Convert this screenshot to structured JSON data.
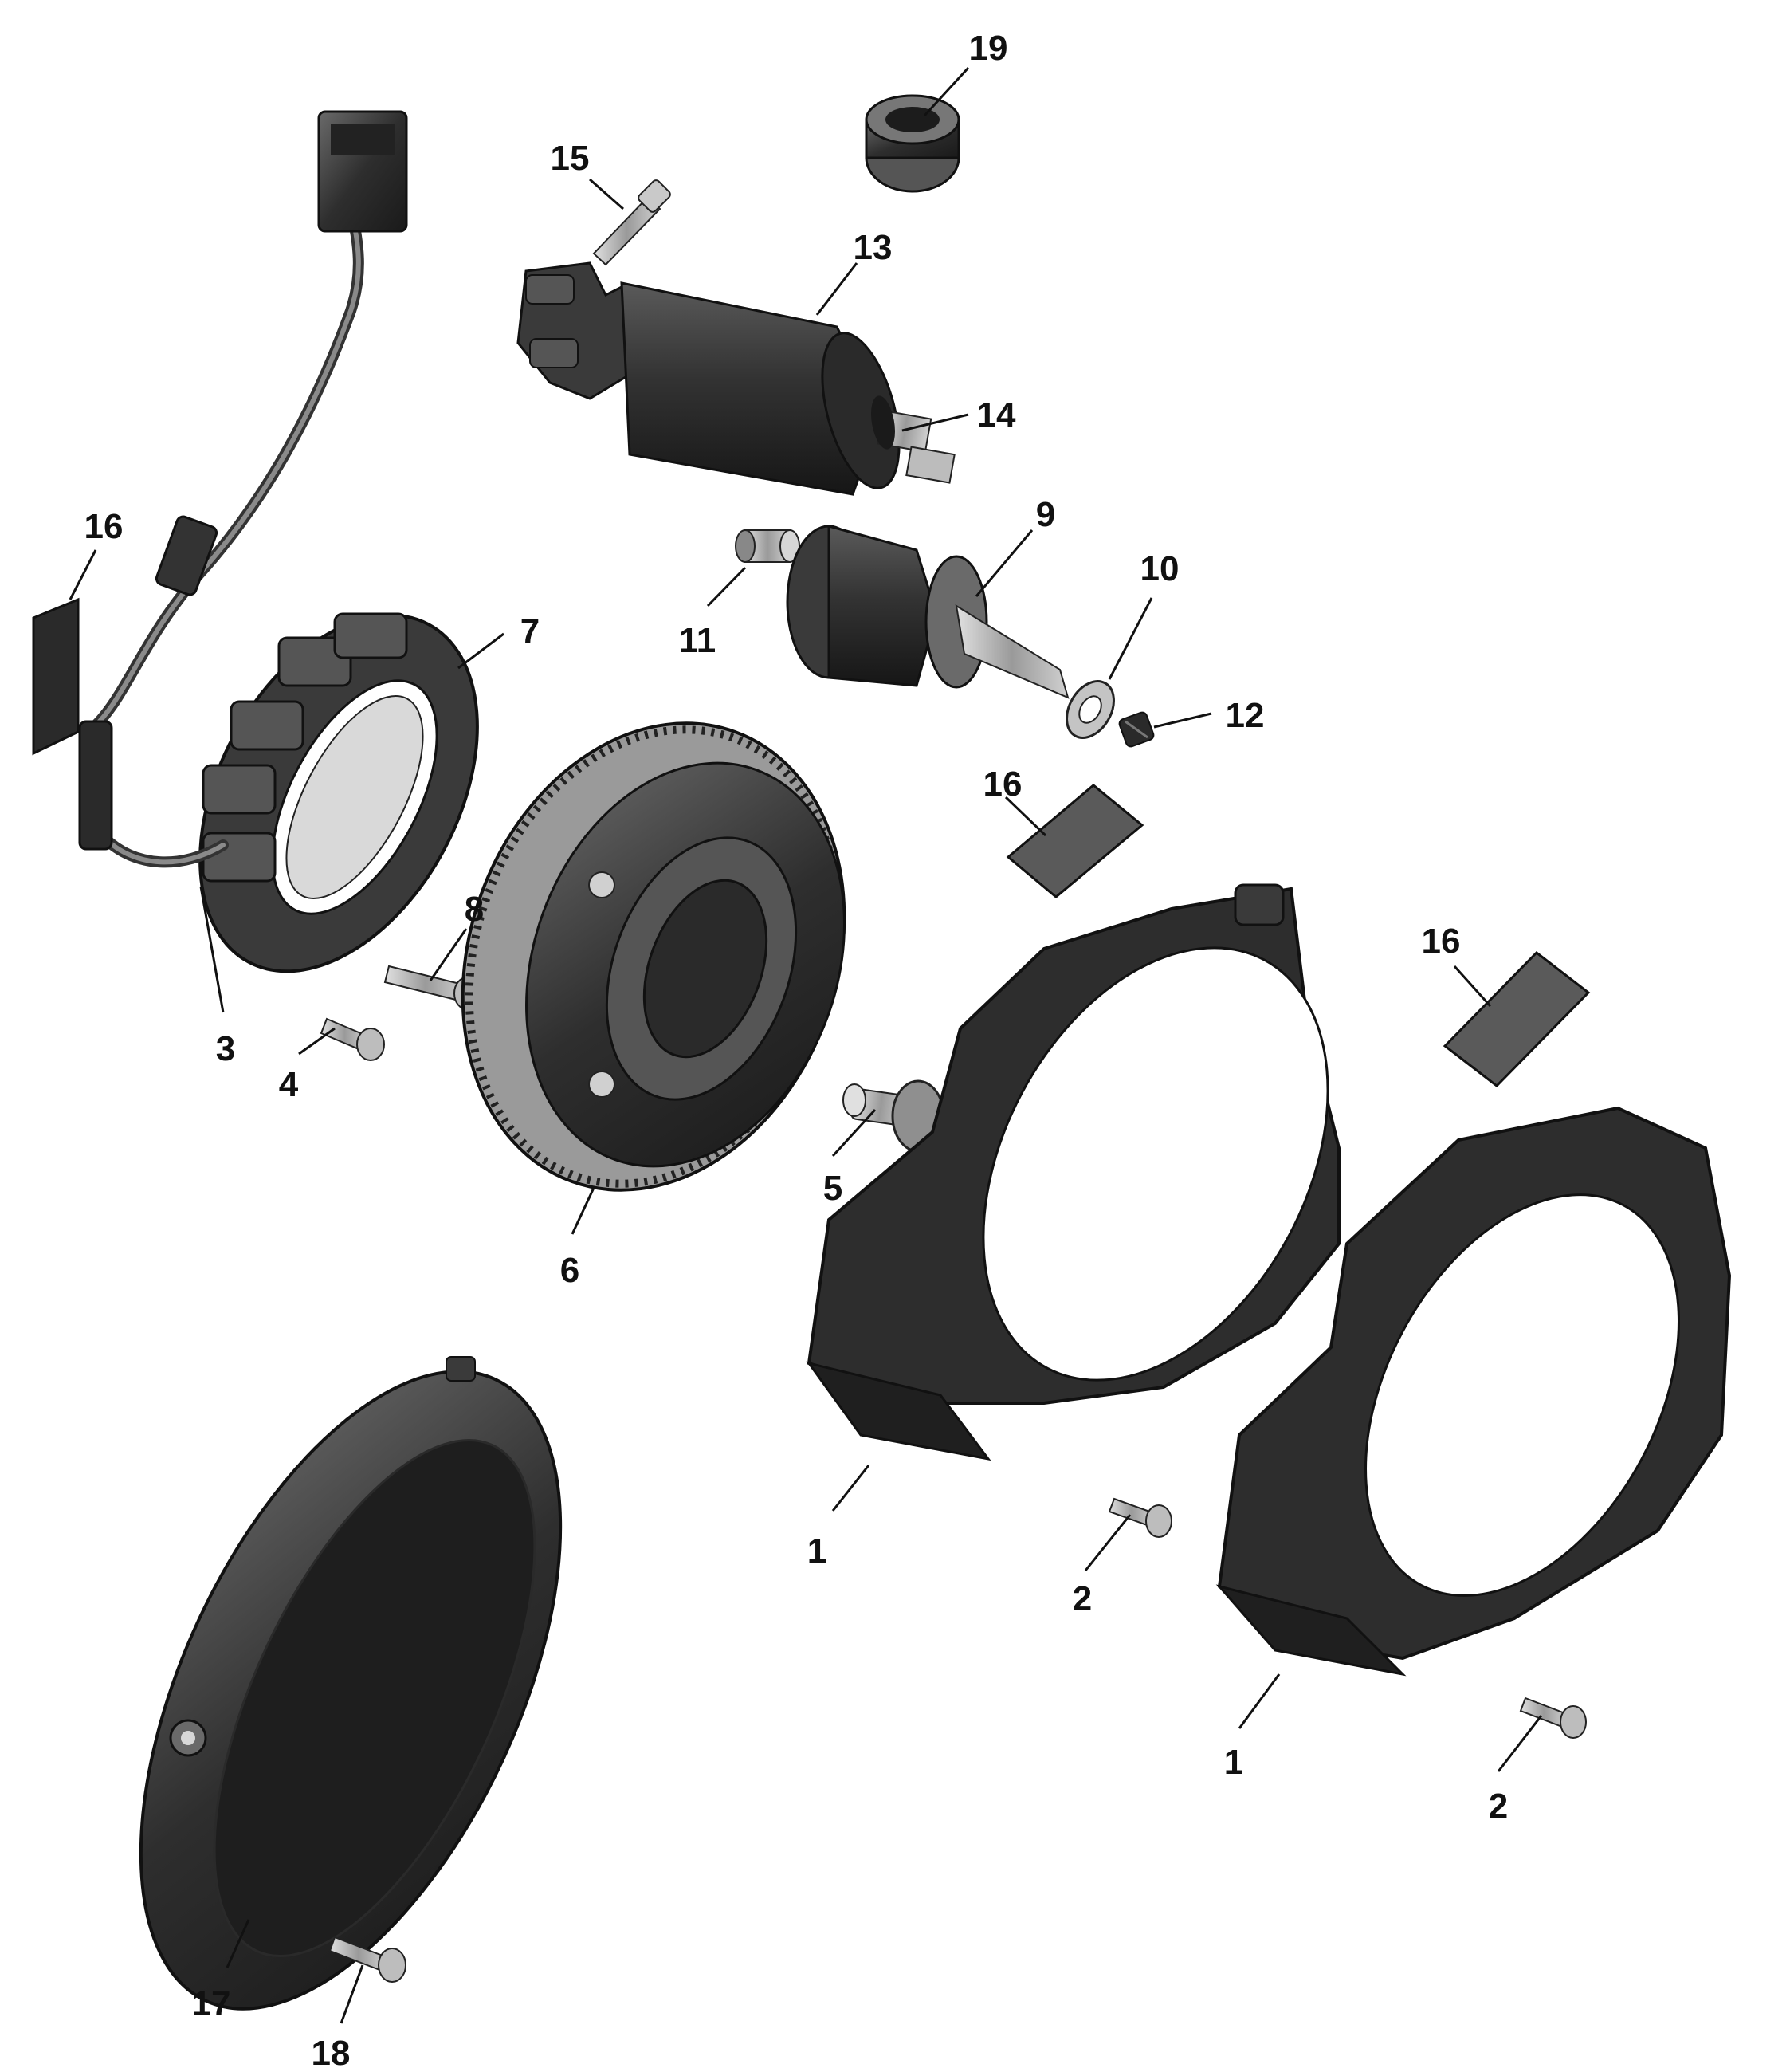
{
  "callouts": [
    {
      "id": "c19",
      "label": "19"
    },
    {
      "id": "c15",
      "label": "15"
    },
    {
      "id": "c13",
      "label": "13"
    },
    {
      "id": "c14",
      "label": "14"
    },
    {
      "id": "c9",
      "label": "9"
    },
    {
      "id": "c10",
      "label": "10"
    },
    {
      "id": "c11",
      "label": "11"
    },
    {
      "id": "c12",
      "label": "12"
    },
    {
      "id": "c16a",
      "label": "16"
    },
    {
      "id": "c7",
      "label": "7"
    },
    {
      "id": "c16b",
      "label": "16"
    },
    {
      "id": "c16c",
      "label": "16"
    },
    {
      "id": "c8",
      "label": "8"
    },
    {
      "id": "c3",
      "label": "3"
    },
    {
      "id": "c4",
      "label": "4"
    },
    {
      "id": "c5",
      "label": "5"
    },
    {
      "id": "c6",
      "label": "6"
    },
    {
      "id": "c1a",
      "label": "1"
    },
    {
      "id": "c2a",
      "label": "2"
    },
    {
      "id": "c1b",
      "label": "1"
    },
    {
      "id": "c2b",
      "label": "2"
    },
    {
      "id": "c17",
      "label": "17"
    },
    {
      "id": "c18",
      "label": "18"
    }
  ],
  "colors": {
    "part_dark": "#2b2b2b",
    "part_mid": "#4a4a4a",
    "part_light": "#8a8a8a",
    "metal": "#b5b5b5",
    "line": "#111111"
  }
}
